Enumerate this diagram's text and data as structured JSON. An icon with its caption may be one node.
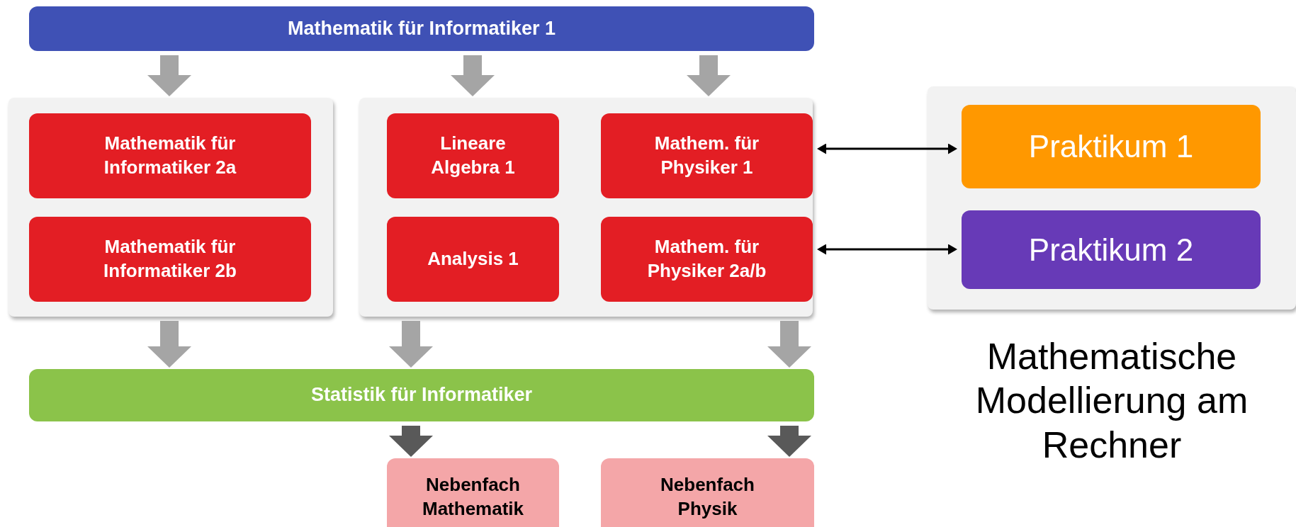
{
  "diagram": {
    "nodes": [
      {
        "text": [
          "Mathematik für Informatiker 1"
        ]
      },
      {
        "text": [],
        "shape": "box"
      },
      {
        "text": [
          "Mathematik für Informatiker 2a"
        ],
        "in": 1
      },
      {
        "text": [
          "Mathematik für Informatiker 2b"
        ],
        "in": 1
      },
      {
        "text": [],
        "shape": "box"
      },
      {
        "text": [
          "Lineare Algebra 1"
        ],
        "in": 4
      },
      {
        "text": [
          "Mathem. für Physiker 1"
        ],
        "in": 4
      },
      {
        "text": [
          "Analysis 1"
        ],
        "in": 4
      },
      {
        "text": [
          "Mathem. für Physiker 2a/b"
        ],
        "in": 4
      },
      {
        "text": [
          "Mathematische Modellierung am Rechner"
        ]
      },
      {
        "text": [
          "Praktikum 1"
        ],
        "in": 9
      },
      {
        "text": [
          "Praktikum 2"
        ],
        "in": 9
      },
      {
        "text": [
          "Statistik für Informatiker"
        ]
      },
      {
        "text": [
          "Nebenfach Mathematik"
        ]
      },
      {
        "text": [
          "Nebenfach Physik"
        ]
      }
    ],
    "edges": [
      {
        "from": 0,
        "to": 1,
        "arrow": "to"
      },
      {
        "from": 0,
        "to": 4,
        "arrow": "to"
      },
      {
        "from": 0,
        "to": 4,
        "arrow": "to"
      },
      {
        "from": 1,
        "to": 12,
        "arrow": "to"
      },
      {
        "from": 4,
        "to": 12,
        "arrow": "to"
      },
      {
        "from": 4,
        "to": 12,
        "arrow": "to"
      },
      {
        "from": 12,
        "to": 13,
        "arrow": "to",
        "color": "#595959"
      },
      {
        "from": 12,
        "to": 14,
        "arrow": "to",
        "color": "#595959"
      },
      {
        "from": 6,
        "to": 10,
        "arrow": "both",
        "color": "#000000"
      },
      {
        "from": 8,
        "to": 11,
        "arrow": "both",
        "color": "#000000"
      }
    ]
  }
}
